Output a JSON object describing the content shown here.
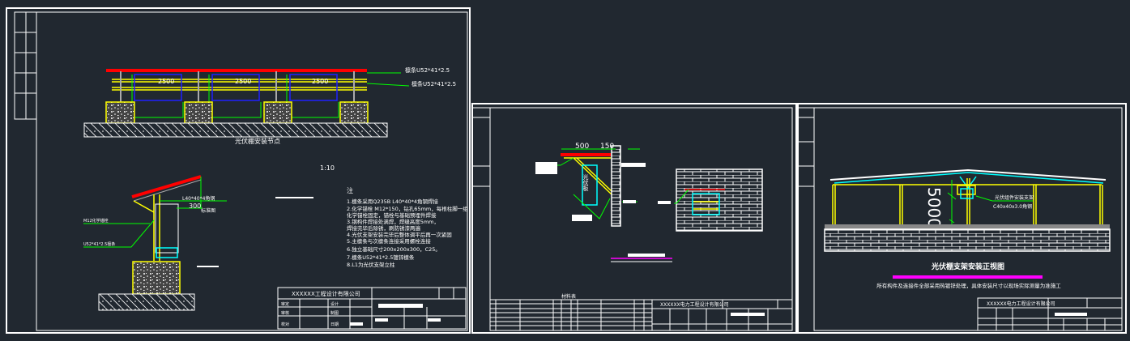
{
  "colors": {
    "background": "#212830",
    "frame": "#ffffff",
    "roof": "#ff0000",
    "steel": "#ffff00",
    "leader": "#00ff00",
    "panel": "#00ffff",
    "purlin": "#2020ff",
    "accent": "#ff00ff"
  },
  "sheet1": {
    "elevation_label": "光伏棚安装节点",
    "dims": [
      "2500",
      "2500",
      "2500"
    ],
    "callouts": [
      "檩条U52*41*2.5",
      "檩条U52*41*2.5"
    ],
    "scale": "1:10",
    "detail": {
      "dim": "300",
      "label_a": "标准图",
      "label_b": "L40*40*4角钢",
      "label_c": "M12化学锚栓",
      "label_d": "U52*41*2.5檩条"
    },
    "notes_title": "注",
    "notes": [
      "1.檩条采用Q235B L40*40*4角钢焊接",
      "2.化学锚栓 M12*150，钻孔65mm，每根柱脚一组",
      "  化学锚栓固定，锚栓与基础预埋件焊接",
      "3.钢构件焊接处满焊，焊缝高度5mm，",
      "  焊接完毕后除锈，刷防锈漆两遍",
      "4.光伏支架安装完毕后整体调平后再一次紧固",
      "5.主檩条与次檩条连接采用螺栓连接",
      "6.独立基础尺寸200x200x300，C25。",
      "7.檩条U52*41*2.5镀锌檩条",
      "8.L1为光伏支架立柱"
    ],
    "title_block": {
      "company": "XXXXXX工程设计有限公司",
      "rows": [
        "审定",
        "审核",
        "校对",
        "设计",
        "制图",
        "日期"
      ]
    }
  },
  "sheet2": {
    "dims": [
      "500",
      "150"
    ],
    "panel_label": "光伏板",
    "table_title": "材料表",
    "title_block": {
      "company": "XXXXXX电力工程设计有限公司"
    }
  },
  "sheet3": {
    "height_dim": "5000",
    "callout_a": "光伏组件安装支架",
    "callout_b": "C40x40x3.0角钢",
    "title": "光伏棚支架安装正视图",
    "subtitle": "所有构件及连接件全部采用热镀锌处理，具体安装尺寸以现场实际测量为准施工",
    "title_block": {
      "company": "XXXXXX电力工程设计有限公司"
    }
  }
}
